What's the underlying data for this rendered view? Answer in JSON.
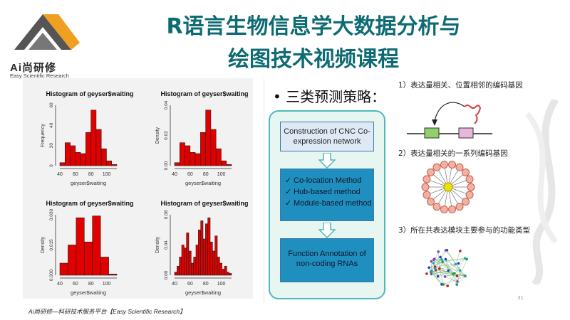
{
  "logo": {
    "text": "Ai尚研修",
    "subtitle": "Easy Scientific Research"
  },
  "title": {
    "line1": "R语言生物信息学大数据分析与",
    "line2": "绘图技术视频课程"
  },
  "histograms": [
    {
      "title": "Histogram of geyser$waiting",
      "xlabel": "geyser$waiting",
      "ylabel": "Frequency",
      "yticks": [
        "0",
        "20",
        "40",
        "60"
      ],
      "xticks": [
        "40",
        "60",
        "80",
        "100"
      ]
    },
    {
      "title": "Histogram of geyser$waiting",
      "xlabel": "geyser$waiting",
      "ylabel": "Density",
      "yticks": [
        "0.00",
        "0.02",
        "0.04"
      ],
      "xticks": [
        "40",
        "60",
        "80",
        "100"
      ]
    },
    {
      "title": "Histogram of geyser$waiting",
      "xlabel": "geyser$waiting",
      "ylabel": "Density",
      "yticks": [
        "0.000",
        "0.015",
        "0.030"
      ],
      "xticks": [
        "40",
        "60",
        "80",
        "100"
      ]
    },
    {
      "title": "Histogram of geyser$waiting",
      "xlabel": "geyser$waiting",
      "ylabel": "Density",
      "yticks": [
        "0.00",
        "0.04",
        "0.08"
      ],
      "xticks": [
        "40",
        "60",
        "80",
        "100"
      ]
    }
  ],
  "slide": {
    "heading": "• 三类预测策略：",
    "flow": {
      "node1": "Construction of CNC Co-expression network",
      "methods": [
        "Co-location Method",
        "Hub-based method",
        "Module-based method"
      ],
      "node3": "Function Annotation of non-coding RNAs"
    },
    "steps": [
      "1）表达量相关、位置相邻的编码基因",
      "2）表达量相关的一系列编码基因",
      "3）所在共表达模块主要参与的功能类型"
    ],
    "page_number": "31"
  },
  "footer": "Ai尚研修—科研技术服务平台【Easy Scientific Research】",
  "colors": {
    "title": "#0e6b73",
    "bar": "#e00000",
    "flow_border": "#4fb8bc",
    "flow_fill": "#1f8fbf"
  }
}
